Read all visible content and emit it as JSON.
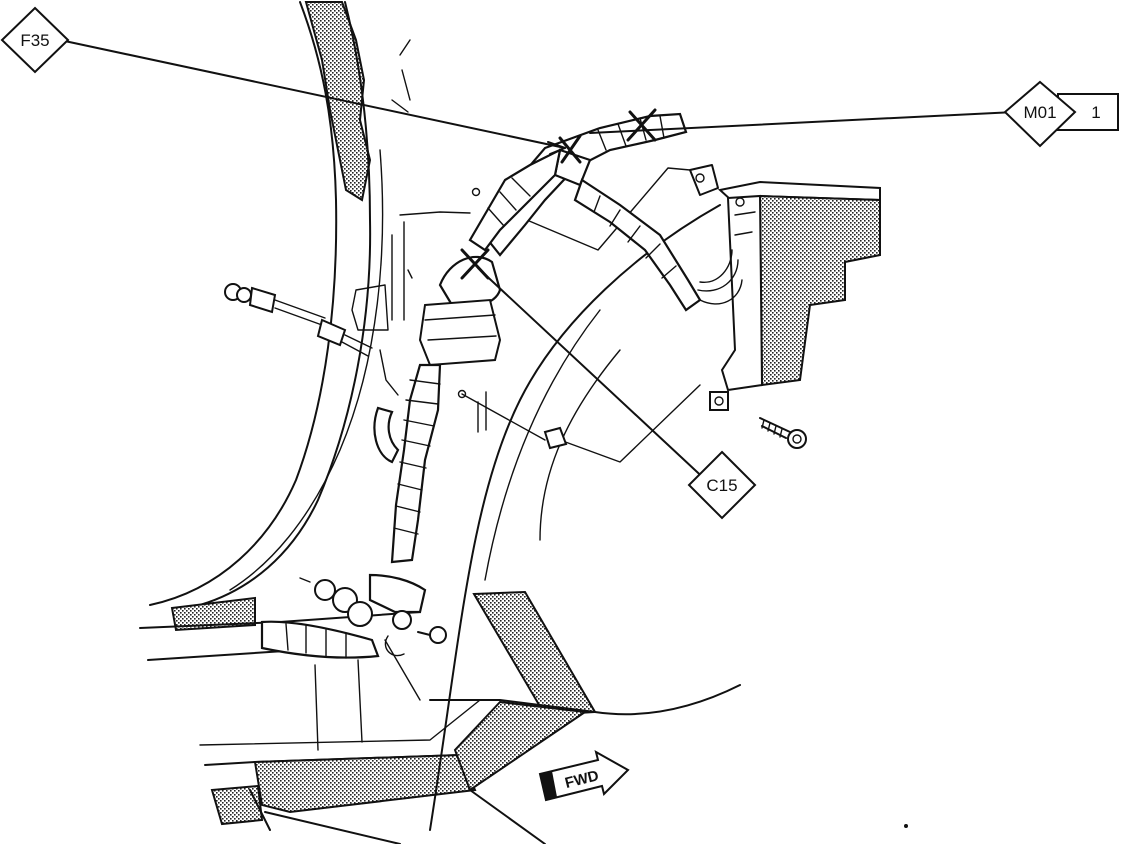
{
  "callouts": {
    "f35": "F35",
    "m01": "M01",
    "m01_suffix": "1",
    "c15": "C15"
  },
  "direction_arrow": "FWD"
}
